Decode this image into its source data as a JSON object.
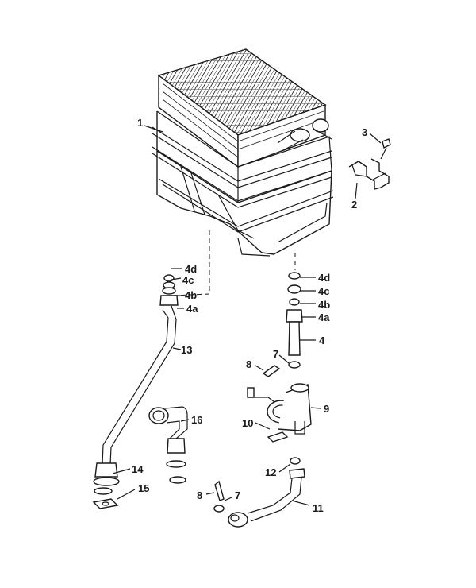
{
  "labels": {
    "l1": "1",
    "l2": "2",
    "l3": "3",
    "l4": "4",
    "l4a_right": "4a",
    "l4b_right": "4b",
    "l4c_right": "4c",
    "l4d_right": "4d",
    "l4a_left": "4a",
    "l4b_left": "4b",
    "l4c_left": "4c",
    "l4d_left": "4d",
    "l7_upper": "7",
    "l7_lower": "7",
    "l8_upper": "8",
    "l8_lower": "8",
    "l9": "9",
    "l10": "10",
    "l11": "11",
    "l12": "12",
    "l13": "13",
    "l14": "14",
    "l15": "15",
    "l16": "16"
  }
}
